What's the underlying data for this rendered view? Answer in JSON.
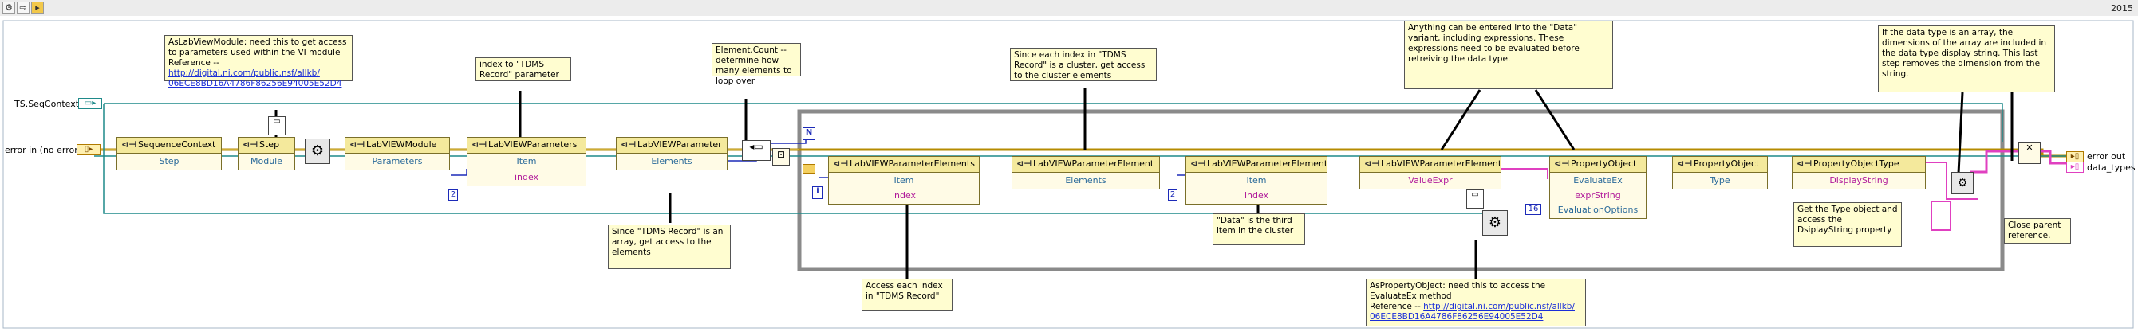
{
  "toolbar": {
    "version": "2015",
    "buttons": [
      "highlight-execution",
      "retain-wire-values",
      "step-into"
    ]
  },
  "terminals": {
    "seq_context": "TS.SeqContext",
    "error_in": "error in (no error)",
    "error_out": "error out",
    "data_types": "data_types",
    "const_two_a": "2",
    "const_two_b": "2",
    "const_sixteen": "16",
    "loop_n": "N",
    "loop_i": "i"
  },
  "nodes": [
    {
      "title": "SequenceContext",
      "props": [
        "Step"
      ]
    },
    {
      "title": "Step",
      "props": [
        "Module"
      ]
    },
    {
      "title": "LabVIEWModule",
      "props": [
        "Parameters"
      ]
    },
    {
      "title": "LabVIEWParameters",
      "props": [
        "Item",
        "index"
      ]
    },
    {
      "title": "LabVIEWParameter",
      "props": [
        "Elements"
      ]
    },
    {
      "title": "LabVIEWParameterElements",
      "props": [
        "Item",
        "index"
      ]
    },
    {
      "title": "LabVIEWParameterElement",
      "props": [
        "Elements"
      ]
    },
    {
      "title": "LabVIEWParameterElements",
      "props": [
        "Item",
        "index"
      ]
    },
    {
      "title": "LabVIEWParameterElement",
      "props": [
        "ValueExpr"
      ]
    },
    {
      "title": "PropertyObject",
      "props": [
        "EvaluateEx",
        "exprString",
        "EvaluationOptions"
      ]
    },
    {
      "title": "PropertyObject",
      "props": [
        "Type"
      ]
    },
    {
      "title": "PropertyObjectType",
      "props": [
        "DisplayString"
      ]
    }
  ],
  "notes": {
    "as_labview_module": "AsLabViewModule: need this to get access to parameters used within the VI module",
    "as_labview_module_ref_label": "Reference --",
    "as_labview_module_link_1": "http://digital.ni.com/public.nsf/allkb/",
    "as_labview_module_link_2": "06ECE8BD16A4786F86256E94005E52D4",
    "index_tdms": "index to \"TDMS Record\" parameter",
    "element_count": "Element.Count -- determine how many elements to loop over",
    "since_each_index": "Since each index in \"TDMS Record\" is a cluster, get access to the cluster elements",
    "anything_data": "Anything can be entered into the \"Data\" variant, including expressions. These expressions need to be evaluated before retreiving the data type.",
    "if_data_array": "If the data type is an array, the dimensions of the array are included in the data type display string. This last step removes the dimension from the string.",
    "since_tdms_array": "Since \"TDMS Record\" is an array, get access to the elements",
    "data_third_item": "\"Data\" is the third item in the cluster",
    "access_each_index": "Access each index in \"TDMS Record\"",
    "as_property_object": "AsPropertyObject: need this to access the EvaluateEx method",
    "as_property_object_ref_label": "Reference --",
    "as_property_object_link_1": "http://digital.ni.com/public.nsf/allkb/",
    "as_property_object_link_2": "06ECE8BD16A4786F86256E94005E52D4",
    "get_type_object": "Get the Type object and access the DsiplayString property",
    "close_parent": "Close parent reference."
  },
  "colors": {
    "wire_refnum": "#1f8a8a",
    "wire_error": "#b58b00",
    "wire_string": "#e040c0",
    "wire_int": "#1c2ab8",
    "node_header": "#f4e99c",
    "note_bg": "#fffdd0"
  }
}
